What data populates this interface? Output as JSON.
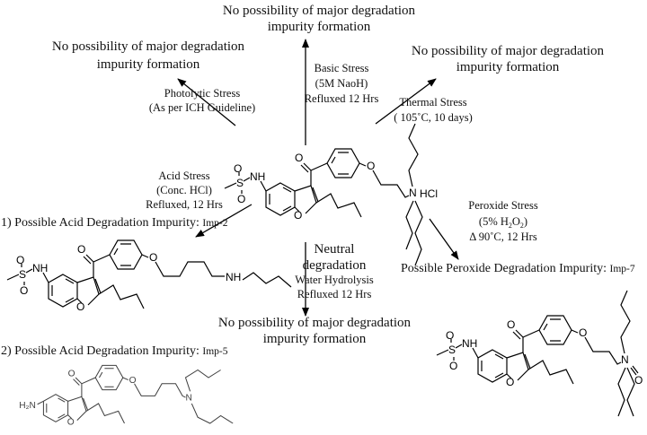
{
  "atoms": {
    "O": "O",
    "NH": "NH",
    "S": "S",
    "N": "N",
    "HCl": "HCl",
    "NH2": "H₂N"
  },
  "top": {
    "line1": "No possibility of major degradation",
    "line2": "impurity formation"
  },
  "top_left": {
    "line1": "No possibility of major degradation",
    "line2": "impurity formation"
  },
  "top_right": {
    "line1": "No possibility of major degradation",
    "line2": "impurity formation"
  },
  "bottom_middle": {
    "line1": "No possibility of major degradation",
    "line2": "impurity formation"
  },
  "basic": {
    "l1": "Basic Stress",
    "l2": "(5M NaoH)",
    "l3": "Refluxed 12 Hrs"
  },
  "photolytic": {
    "l1": "Photolytic Stress",
    "l2": "(As per ICH Guideline)"
  },
  "thermal": {
    "l1": "Thermal Stress",
    "l2": "( 105˚C, 10 days)"
  },
  "acid": {
    "l1": "Acid Stress",
    "l2": "(Conc. HCl)",
    "l3": "Refluxed, 12 Hrs"
  },
  "neutral": {
    "l1": "Neutral",
    "l2": "degradation",
    "l3": "Water Hydrolysis",
    "l4": "Refluxed 12 Hrs"
  },
  "peroxide": {
    "l1": "Peroxide Stress",
    "l2a": "(5% H",
    "l2b": "2",
    "l2c": "O",
    "l2d": "2",
    "l2e": ")",
    "l3": "Δ 90˚C, 12 Hrs"
  },
  "imp2": {
    "label": "1) Possible Acid Degradation Impurity: ",
    "code": "Imp-2"
  },
  "imp5": {
    "label": "2) Possible Acid Degradation Impurity: ",
    "code": "Imp-5"
  },
  "imp7": {
    "label": "Possible Peroxide Degradation Impurity: ",
    "code": "Imp-7"
  }
}
